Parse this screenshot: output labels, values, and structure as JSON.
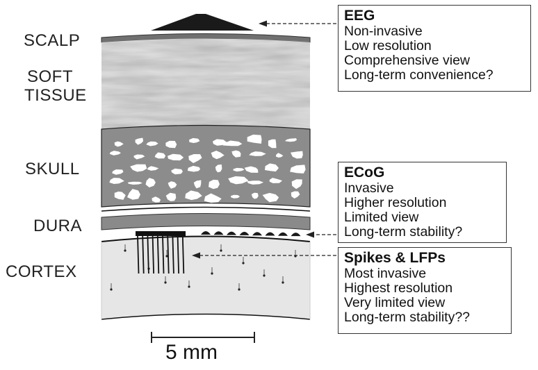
{
  "layers": {
    "scalp": "SCALP",
    "soft_tissue_1": "SOFT",
    "soft_tissue_2": "TISSUE",
    "skull": "SKULL",
    "dura": "DURA",
    "cortex": "CORTEX"
  },
  "boxes": {
    "eeg": {
      "title": "EEG",
      "lines": [
        "Non-invasive",
        "Low resolution",
        "Comprehensive view",
        "Long-term convenience?"
      ]
    },
    "ecog": {
      "title": "ECoG",
      "lines": [
        "Invasive",
        "Higher resolution",
        "Limited view",
        "Long-term stability?"
      ]
    },
    "spikes": {
      "title": "Spikes & LFPs",
      "lines": [
        "Most invasive",
        "Highest resolution",
        "Very limited view",
        "Long-term stability??"
      ]
    }
  },
  "scale_bar": {
    "label": "5 mm"
  },
  "colors": {
    "scalp_band": "#707070",
    "soft_tissue": "#dcdcdc",
    "skull": "#8c8c8c",
    "dura": "#8a8a8a",
    "cortex": "#e6e6e6",
    "outline": "#111111"
  }
}
